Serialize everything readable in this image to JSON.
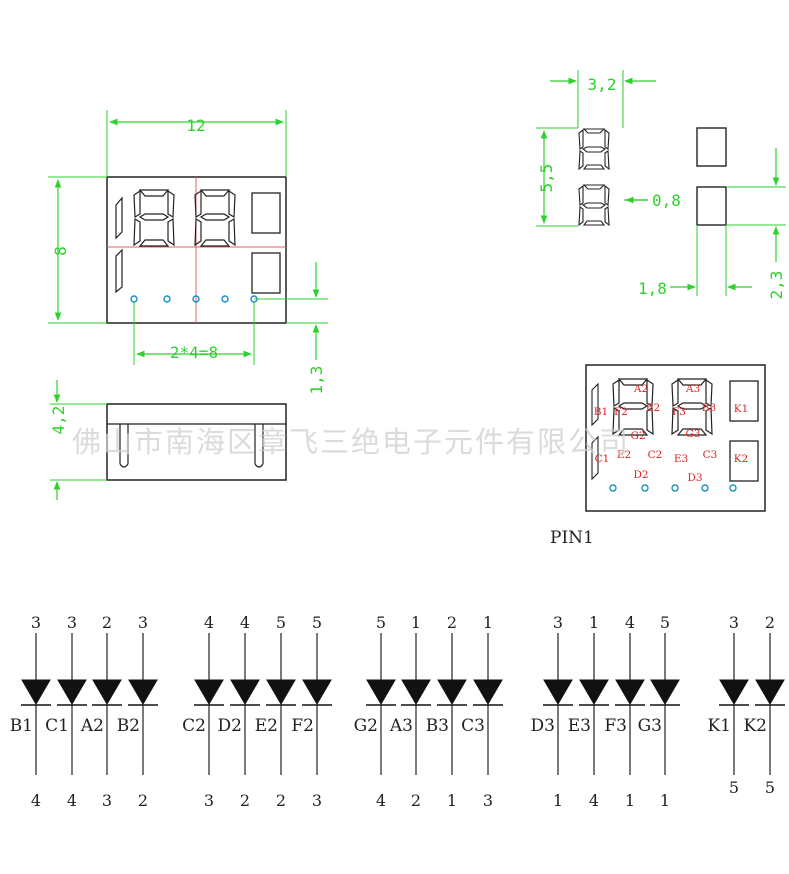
{
  "dimensions": {
    "width": "12",
    "height": "8",
    "pitch": "2*4=8",
    "pin_offset": "1,3",
    "depth": "4,2",
    "digit_width": "3,2",
    "digit_height": "5,5",
    "segment_width": "0,8",
    "indicator_width": "1,8",
    "indicator_height": "2,3"
  },
  "watermark": "佛山市南海区章飞三绝电子元件有限公司",
  "pin_label": "PIN1",
  "segment_labels": [
    "A2",
    "A3",
    "B1",
    "F2",
    "B2",
    "F3",
    "B3",
    "K1",
    "G2",
    "G3",
    "C1",
    "E2",
    "C2",
    "E3",
    "C3",
    "K2",
    "D2",
    "D3"
  ],
  "groups": [
    {
      "diodes": [
        {
          "name": "B1",
          "top": "3",
          "bottom": "4"
        },
        {
          "name": "C1",
          "top": "3",
          "bottom": "4"
        },
        {
          "name": "A2",
          "top": "2",
          "bottom": "3"
        },
        {
          "name": "B2",
          "top": "3",
          "bottom": "2"
        }
      ]
    },
    {
      "diodes": [
        {
          "name": "C2",
          "top": "4",
          "bottom": "3"
        },
        {
          "name": "D2",
          "top": "4",
          "bottom": "2"
        },
        {
          "name": "E2",
          "top": "5",
          "bottom": "2"
        },
        {
          "name": "F2",
          "top": "5",
          "bottom": "3"
        }
      ]
    },
    {
      "diodes": [
        {
          "name": "G2",
          "top": "5",
          "bottom": "4"
        },
        {
          "name": "A3",
          "top": "1",
          "bottom": "2"
        },
        {
          "name": "B3",
          "top": "2",
          "bottom": "1"
        },
        {
          "name": "C3",
          "top": "1",
          "bottom": "3"
        }
      ]
    },
    {
      "diodes": [
        {
          "name": "D3",
          "top": "3",
          "bottom": "1"
        },
        {
          "name": "E3",
          "top": "1",
          "bottom": "4"
        },
        {
          "name": "F3",
          "top": "4",
          "bottom": "1"
        },
        {
          "name": "G3",
          "top": "5",
          "bottom": "1"
        }
      ]
    },
    {
      "diodes": [
        {
          "name": "K1",
          "top": "3",
          "bottom": "5"
        },
        {
          "name": "K2",
          "top": "2",
          "bottom": "5"
        }
      ]
    }
  ]
}
